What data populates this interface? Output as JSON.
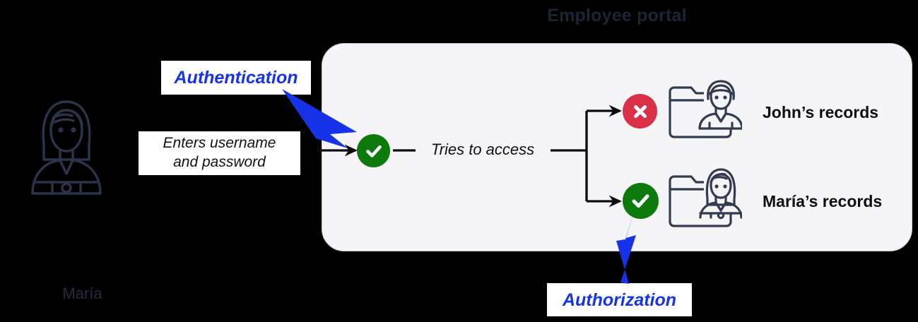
{
  "diagram": {
    "title": "Employee portal",
    "background_color": "#000000",
    "accent_blue": "#1733ea",
    "success_green": "#0c7a0c",
    "danger_red": "#d93048",
    "panel_fill": "#f5f5f7",
    "ink_navy": "#242c3d"
  },
  "persona": {
    "name": "María",
    "icon": "woman-avatar-icon"
  },
  "callouts": {
    "authentication": "Authentication",
    "credentials": "Enters username\nand password",
    "credentials_line1": "Enters username",
    "credentials_line2": "and password",
    "authorization": "Authorization"
  },
  "flow": {
    "tries_to_access": "Tries to access",
    "auth_status": "authentication-success",
    "branches": [
      {
        "status": "denied",
        "badge": "red-x-icon",
        "label": "John’s records",
        "folder_icon": "folder-with-man-icon"
      },
      {
        "status": "granted",
        "badge": "green-check-icon",
        "label": "María’s records",
        "folder_icon": "folder-with-woman-icon"
      }
    ]
  },
  "records": {
    "john": "John’s records",
    "maria": "María’s records"
  }
}
